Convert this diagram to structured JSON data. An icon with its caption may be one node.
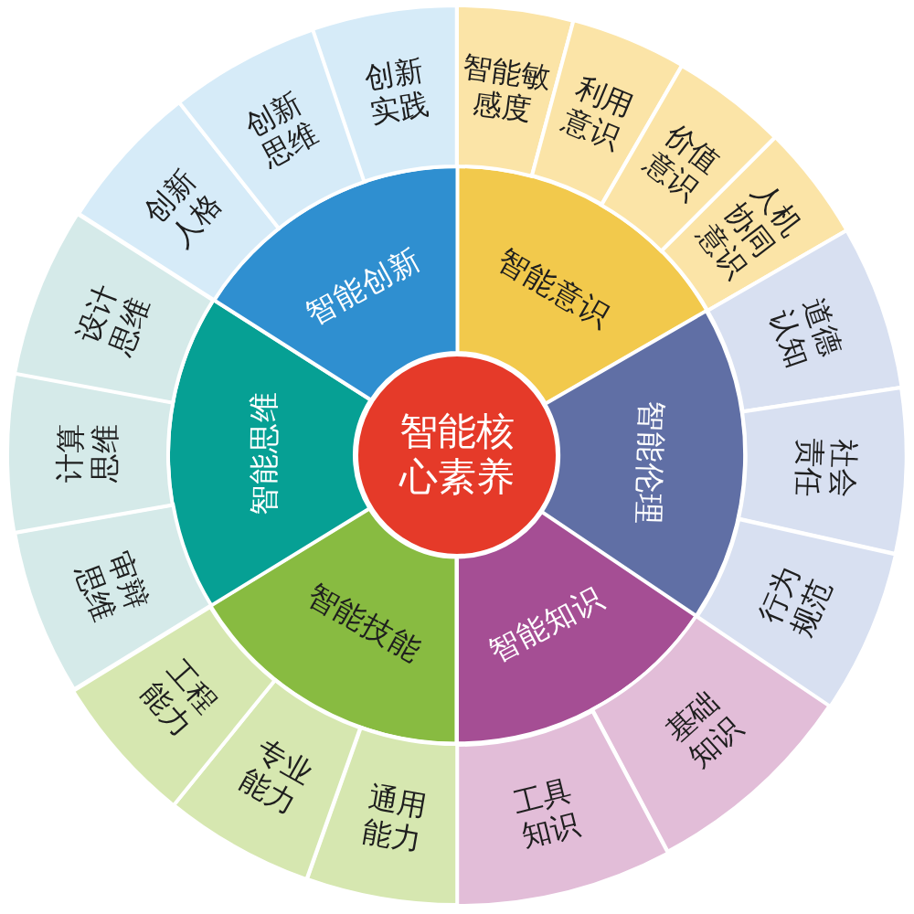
{
  "diagram": {
    "nodes": [
      {
        "text": [
          "智能核心素养"
        ]
      },
      {
        "text": [
          "智能意识"
        ]
      },
      {
        "text": [
          "智能敏感度"
        ]
      },
      {
        "text": [
          "利用意识"
        ]
      },
      {
        "text": [
          "价值意识"
        ]
      },
      {
        "text": [
          "人机协同意识"
        ]
      },
      {
        "text": [
          "智能伦理"
        ]
      },
      {
        "text": [
          "道德认知"
        ]
      },
      {
        "text": [
          "社会责任"
        ]
      },
      {
        "text": [
          "行为规范"
        ]
      },
      {
        "text": [
          "智能知识"
        ]
      },
      {
        "text": [
          "基础知识"
        ]
      },
      {
        "text": [
          "工具知识"
        ]
      },
      {
        "text": [
          "智能技能"
        ]
      },
      {
        "text": [
          "通用能力"
        ]
      },
      {
        "text": [
          "专业能力"
        ]
      },
      {
        "text": [
          "工程能力"
        ]
      },
      {
        "text": [
          "智能思维"
        ]
      },
      {
        "text": [
          "审辩思维"
        ]
      },
      {
        "text": [
          "计算思维"
        ]
      },
      {
        "text": [
          "设计思维"
        ]
      },
      {
        "text": [
          "智能创新"
        ]
      },
      {
        "text": [
          "创新人格"
        ]
      },
      {
        "text": [
          "创新思维"
        ]
      },
      {
        "text": [
          "创新实践"
        ]
      }
    ]
  }
}
